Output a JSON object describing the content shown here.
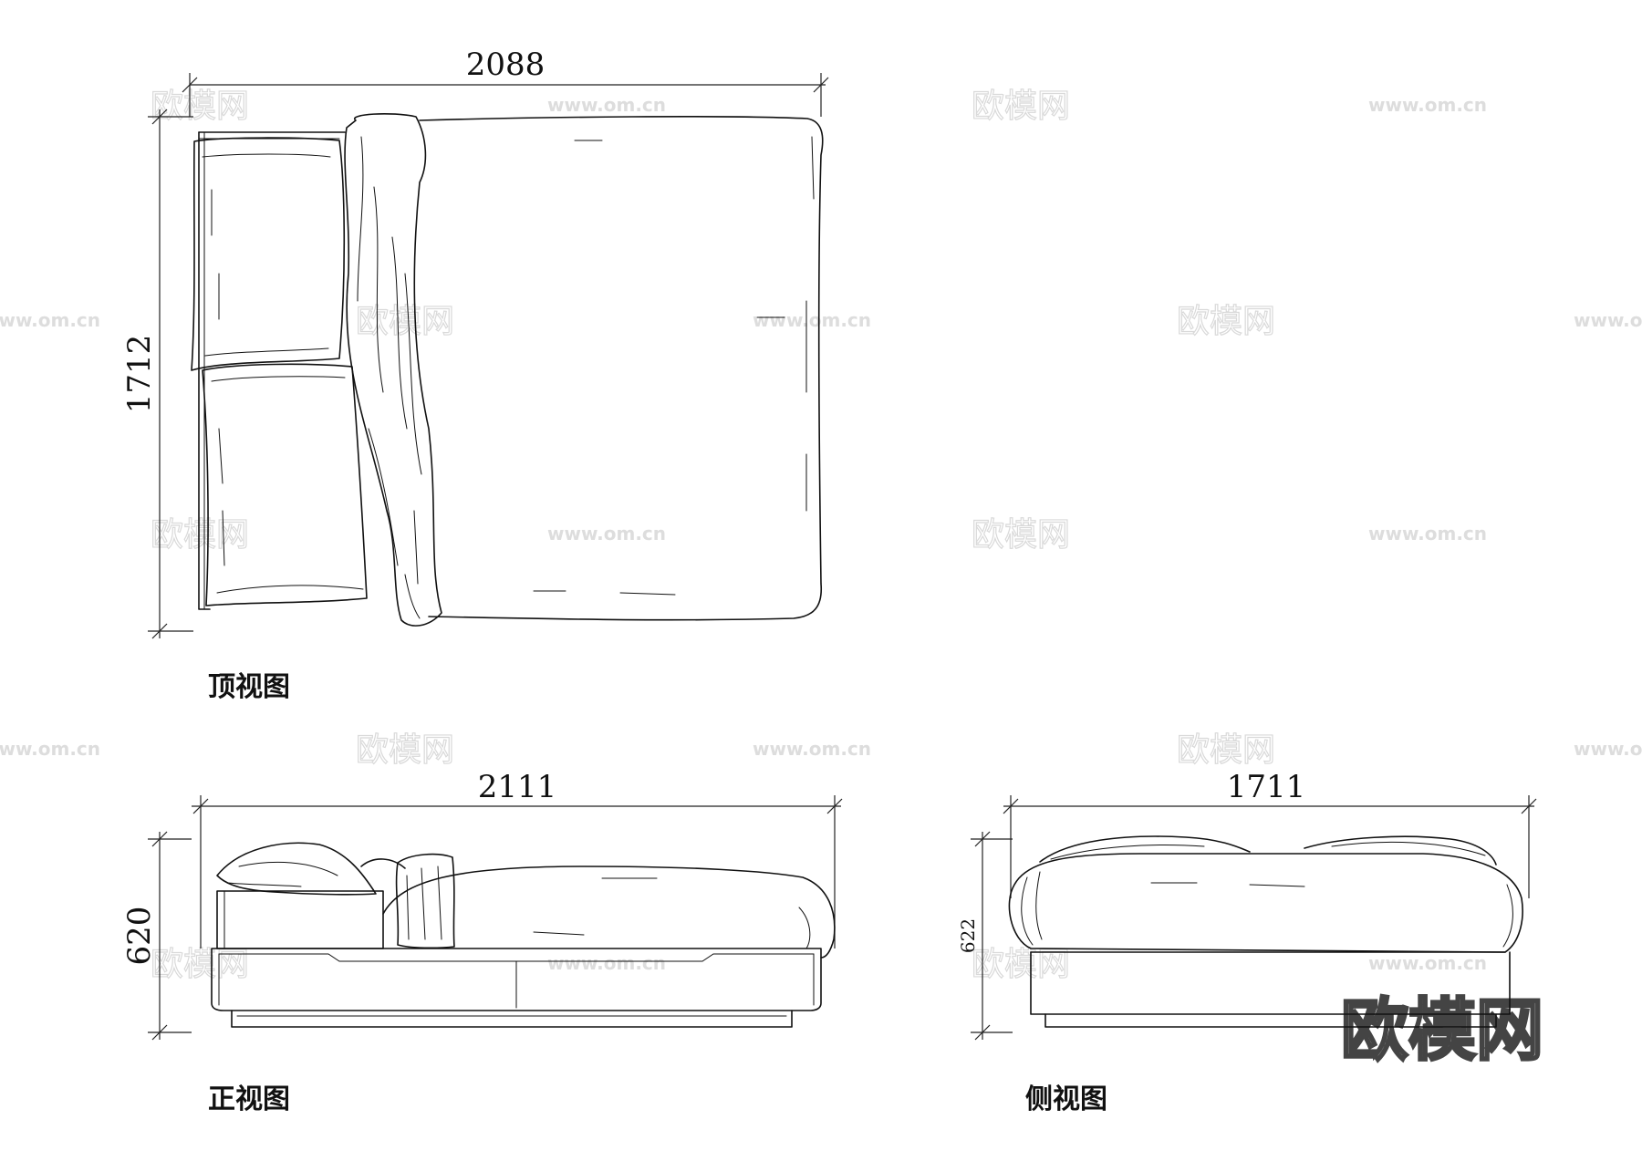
{
  "views": {
    "top": {
      "caption": "顶视图",
      "width_label": "2088",
      "height_label": "1712"
    },
    "front": {
      "caption": "正视图",
      "width_label": "2111",
      "height_label": "620"
    },
    "side": {
      "caption": "侧视图",
      "width_label": "1711",
      "height_label": "622"
    }
  },
  "watermark": {
    "logo_text": "欧模网",
    "url_text": "www.om.cn"
  }
}
